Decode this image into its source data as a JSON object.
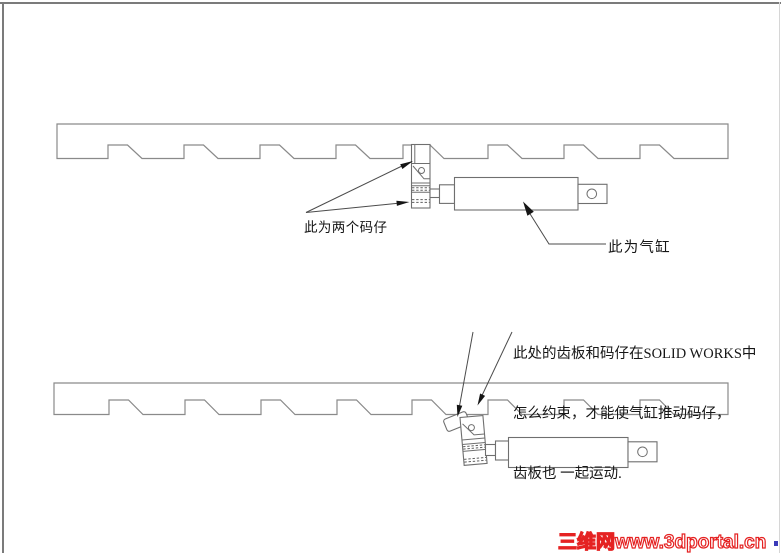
{
  "page": {
    "background": "#ffffff",
    "border_color": "#7b7b7b"
  },
  "drawing": {
    "rack_line_color": "#8a8a8a",
    "part_line_color": "#6f6f6f",
    "leader_line_color": "#4b4b4b",
    "arrow_fill": "#151515"
  },
  "labels": {
    "two_clamps": "此为两个码仔",
    "cylinder": "此为气缸"
  },
  "question": {
    "lines": [
      "此处的齿板和码仔在SOLID WORKS中",
      "怎么约束，才能使气缸推动码仔，",
      "齿板也 一起运动."
    ]
  },
  "watermark": {
    "text": "三维网www.3dportal.cn",
    "color": "#e52222"
  }
}
